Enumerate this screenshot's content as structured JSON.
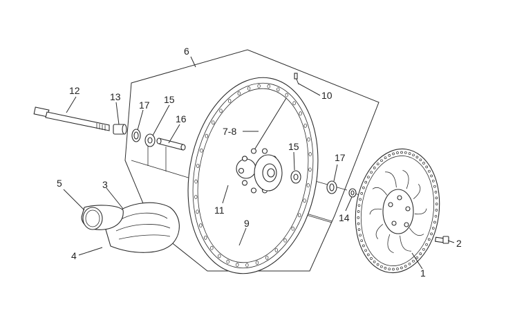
{
  "diagram": {
    "labels": {
      "p1": "1",
      "p2": "2",
      "p3": "3",
      "p4": "4",
      "p5": "5",
      "p6": "6",
      "p78": "7-8",
      "p9": "9",
      "p10": "10",
      "p11": "11",
      "p12": "12",
      "p13": "13",
      "p14": "14",
      "p15a": "15",
      "p15b": "15",
      "p16": "16",
      "p17a": "17",
      "p17b": "17"
    }
  }
}
